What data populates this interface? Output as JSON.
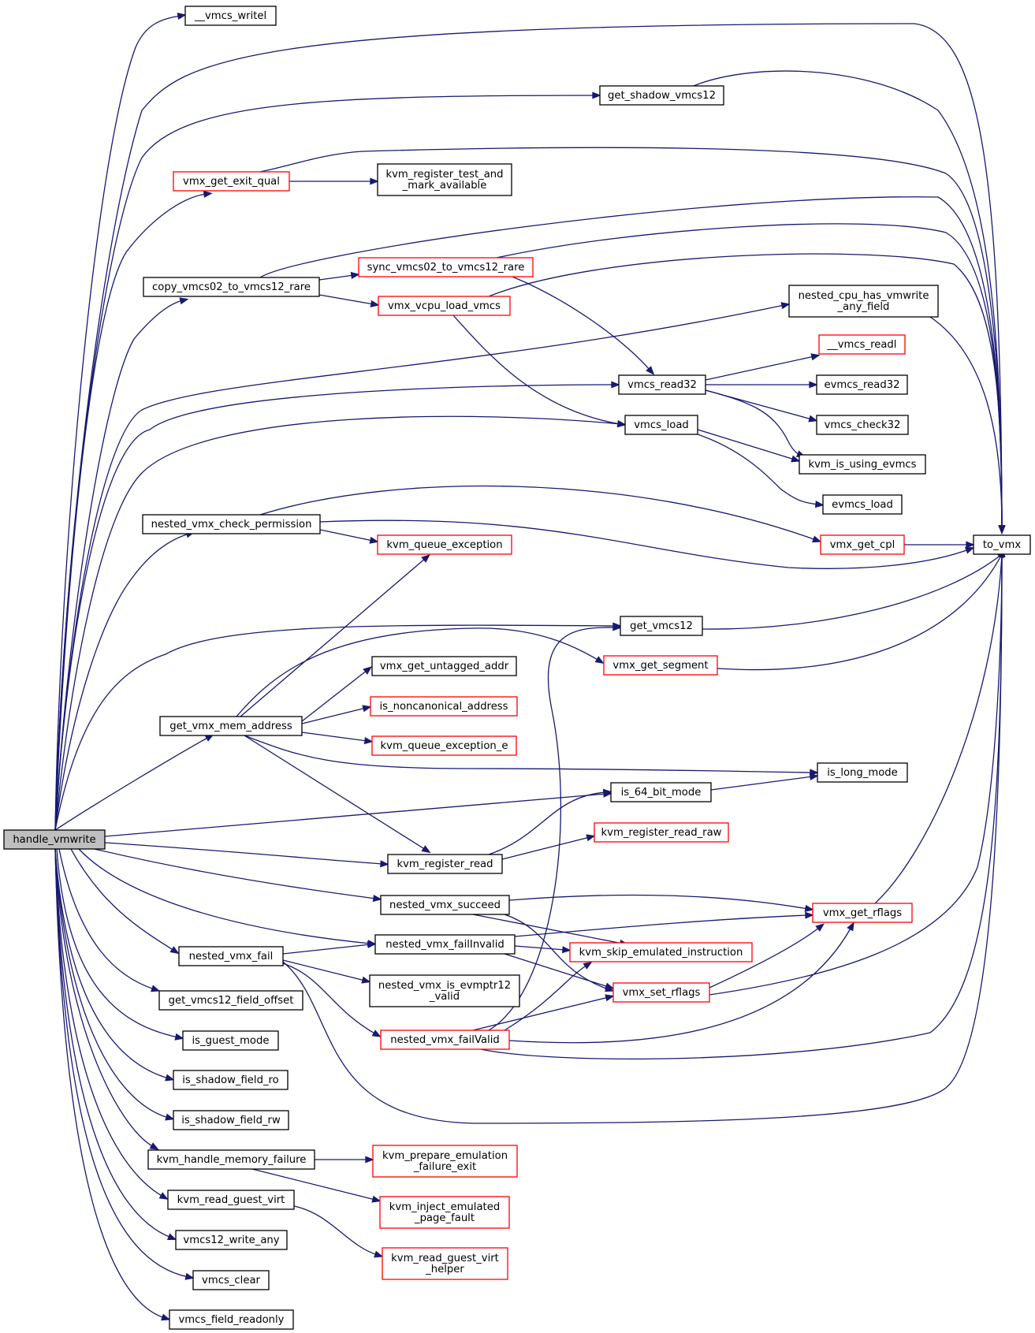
{
  "nodes": [
    {
      "id": "handle_vmwrite",
      "label": [
        "handle_vmwrite"
      ],
      "border": "root"
    },
    {
      "id": "__vmcs_writel",
      "label": [
        "__vmcs_writel"
      ],
      "border": "black"
    },
    {
      "id": "get_shadow_vmcs12",
      "label": [
        "get_shadow_vmcs12"
      ],
      "border": "black"
    },
    {
      "id": "vmx_get_exit_qual",
      "label": [
        "vmx_get_exit_qual"
      ],
      "border": "red"
    },
    {
      "id": "kvm_register_test_and_mark_available",
      "label": [
        "kvm_register_test_and",
        "_mark_available"
      ],
      "border": "black"
    },
    {
      "id": "copy_vmcs02_to_vmcs12_rare",
      "label": [
        "copy_vmcs02_to_vmcs12_rare"
      ],
      "border": "black"
    },
    {
      "id": "sync_vmcs02_to_vmcs12_rare",
      "label": [
        "sync_vmcs02_to_vmcs12_rare"
      ],
      "border": "red"
    },
    {
      "id": "vmx_vcpu_load_vmcs",
      "label": [
        "vmx_vcpu_load_vmcs"
      ],
      "border": "red"
    },
    {
      "id": "nested_cpu_has_vmwrite_any_field",
      "label": [
        "nested_cpu_has_vmwrite",
        "_any_field"
      ],
      "border": "black"
    },
    {
      "id": "__vmcs_readl",
      "label": [
        "__vmcs_readl"
      ],
      "border": "red"
    },
    {
      "id": "vmcs_read32",
      "label": [
        "vmcs_read32"
      ],
      "border": "black"
    },
    {
      "id": "evmcs_read32",
      "label": [
        "evmcs_read32"
      ],
      "border": "black"
    },
    {
      "id": "vmcs_check32",
      "label": [
        "vmcs_check32"
      ],
      "border": "black"
    },
    {
      "id": "vmcs_load",
      "label": [
        "vmcs_load"
      ],
      "border": "black"
    },
    {
      "id": "kvm_is_using_evmcs",
      "label": [
        "kvm_is_using_evmcs"
      ],
      "border": "black"
    },
    {
      "id": "evmcs_load",
      "label": [
        "evmcs_load"
      ],
      "border": "black"
    },
    {
      "id": "nested_vmx_check_permission",
      "label": [
        "nested_vmx_check_permission"
      ],
      "border": "black"
    },
    {
      "id": "kvm_queue_exception",
      "label": [
        "kvm_queue_exception"
      ],
      "border": "red"
    },
    {
      "id": "vmx_get_cpl",
      "label": [
        "vmx_get_cpl"
      ],
      "border": "red"
    },
    {
      "id": "to_vmx",
      "label": [
        "to_vmx"
      ],
      "border": "black"
    },
    {
      "id": "get_vmcs12",
      "label": [
        "get_vmcs12"
      ],
      "border": "black"
    },
    {
      "id": "vmx_get_segment",
      "label": [
        "vmx_get_segment"
      ],
      "border": "red"
    },
    {
      "id": "vmx_get_untagged_addr",
      "label": [
        "vmx_get_untagged_addr"
      ],
      "border": "black"
    },
    {
      "id": "is_noncanonical_address",
      "label": [
        "is_noncanonical_address"
      ],
      "border": "red"
    },
    {
      "id": "get_vmx_mem_address",
      "label": [
        "get_vmx_mem_address"
      ],
      "border": "black"
    },
    {
      "id": "kvm_queue_exception_e",
      "label": [
        "kvm_queue_exception_e"
      ],
      "border": "red"
    },
    {
      "id": "is_long_mode",
      "label": [
        "is_long_mode"
      ],
      "border": "black"
    },
    {
      "id": "is_64_bit_mode",
      "label": [
        "is_64_bit_mode"
      ],
      "border": "black"
    },
    {
      "id": "kvm_register_read_raw",
      "label": [
        "kvm_register_read_raw"
      ],
      "border": "red"
    },
    {
      "id": "kvm_register_read",
      "label": [
        "kvm_register_read"
      ],
      "border": "black"
    },
    {
      "id": "nested_vmx_succeed",
      "label": [
        "nested_vmx_succeed"
      ],
      "border": "black"
    },
    {
      "id": "vmx_get_rflags",
      "label": [
        "vmx_get_rflags"
      ],
      "border": "red"
    },
    {
      "id": "nested_vmx_failInvalid",
      "label": [
        "nested_vmx_failInvalid"
      ],
      "border": "black"
    },
    {
      "id": "kvm_skip_emulated_instruction",
      "label": [
        "kvm_skip_emulated_instruction"
      ],
      "border": "red"
    },
    {
      "id": "nested_vmx_fail",
      "label": [
        "nested_vmx_fail"
      ],
      "border": "black"
    },
    {
      "id": "nested_vmx_is_evmptr12_valid",
      "label": [
        "nested_vmx_is_evmptr12",
        "_valid"
      ],
      "border": "black"
    },
    {
      "id": "vmx_set_rflags",
      "label": [
        "vmx_set_rflags"
      ],
      "border": "red"
    },
    {
      "id": "get_vmcs12_field_offset",
      "label": [
        "get_vmcs12_field_offset"
      ],
      "border": "black"
    },
    {
      "id": "nested_vmx_failValid",
      "label": [
        "nested_vmx_failValid"
      ],
      "border": "red"
    },
    {
      "id": "is_guest_mode",
      "label": [
        "is_guest_mode"
      ],
      "border": "black"
    },
    {
      "id": "is_shadow_field_ro",
      "label": [
        "is_shadow_field_ro"
      ],
      "border": "black"
    },
    {
      "id": "is_shadow_field_rw",
      "label": [
        "is_shadow_field_rw"
      ],
      "border": "black"
    },
    {
      "id": "kvm_handle_memory_failure",
      "label": [
        "kvm_handle_memory_failure"
      ],
      "border": "black"
    },
    {
      "id": "kvm_prepare_emulation_failure_exit",
      "label": [
        "kvm_prepare_emulation",
        "_failure_exit"
      ],
      "border": "red"
    },
    {
      "id": "kvm_inject_emulated_page_fault",
      "label": [
        "kvm_inject_emulated",
        "_page_fault"
      ],
      "border": "red"
    },
    {
      "id": "kvm_read_guest_virt",
      "label": [
        "kvm_read_guest_virt"
      ],
      "border": "black"
    },
    {
      "id": "kvm_read_guest_virt_helper",
      "label": [
        "kvm_read_guest_virt",
        "_helper"
      ],
      "border": "red"
    },
    {
      "id": "vmcs12_write_any",
      "label": [
        "vmcs12_write_any"
      ],
      "border": "black"
    },
    {
      "id": "vmcs_clear",
      "label": [
        "vmcs_clear"
      ],
      "border": "black"
    },
    {
      "id": "vmcs_field_readonly",
      "label": [
        "vmcs_field_readonly"
      ],
      "border": "black"
    }
  ],
  "edges": [
    [
      "handle_vmwrite",
      "__vmcs_writel"
    ],
    [
      "handle_vmwrite",
      "to_vmx"
    ],
    [
      "handle_vmwrite",
      "get_shadow_vmcs12"
    ],
    [
      "handle_vmwrite",
      "vmx_get_exit_qual"
    ],
    [
      "handle_vmwrite",
      "copy_vmcs02_to_vmcs12_rare"
    ],
    [
      "handle_vmwrite",
      "nested_cpu_has_vmwrite_any_field"
    ],
    [
      "handle_vmwrite",
      "vmcs_read32"
    ],
    [
      "handle_vmwrite",
      "vmcs_load"
    ],
    [
      "handle_vmwrite",
      "nested_vmx_check_permission"
    ],
    [
      "handle_vmwrite",
      "get_vmcs12"
    ],
    [
      "handle_vmwrite",
      "get_vmx_mem_address"
    ],
    [
      "handle_vmwrite",
      "is_64_bit_mode"
    ],
    [
      "handle_vmwrite",
      "kvm_register_read"
    ],
    [
      "handle_vmwrite",
      "nested_vmx_succeed"
    ],
    [
      "handle_vmwrite",
      "nested_vmx_failInvalid"
    ],
    [
      "handle_vmwrite",
      "nested_vmx_fail"
    ],
    [
      "handle_vmwrite",
      "get_vmcs12_field_offset"
    ],
    [
      "handle_vmwrite",
      "is_guest_mode"
    ],
    [
      "handle_vmwrite",
      "is_shadow_field_ro"
    ],
    [
      "handle_vmwrite",
      "is_shadow_field_rw"
    ],
    [
      "handle_vmwrite",
      "kvm_handle_memory_failure"
    ],
    [
      "handle_vmwrite",
      "kvm_read_guest_virt"
    ],
    [
      "handle_vmwrite",
      "vmcs12_write_any"
    ],
    [
      "handle_vmwrite",
      "vmcs_clear"
    ],
    [
      "handle_vmwrite",
      "vmcs_field_readonly"
    ],
    [
      "get_shadow_vmcs12",
      "to_vmx"
    ],
    [
      "vmx_get_exit_qual",
      "to_vmx"
    ],
    [
      "vmx_get_exit_qual",
      "kvm_register_test_and_mark_available"
    ],
    [
      "copy_vmcs02_to_vmcs12_rare",
      "to_vmx"
    ],
    [
      "copy_vmcs02_to_vmcs12_rare",
      "sync_vmcs02_to_vmcs12_rare"
    ],
    [
      "copy_vmcs02_to_vmcs12_rare",
      "vmx_vcpu_load_vmcs"
    ],
    [
      "sync_vmcs02_to_vmcs12_rare",
      "to_vmx"
    ],
    [
      "sync_vmcs02_to_vmcs12_rare",
      "vmcs_read32"
    ],
    [
      "vmx_vcpu_load_vmcs",
      "to_vmx"
    ],
    [
      "vmx_vcpu_load_vmcs",
      "vmcs_load"
    ],
    [
      "nested_cpu_has_vmwrite_any_field",
      "to_vmx"
    ],
    [
      "vmcs_read32",
      "__vmcs_readl"
    ],
    [
      "vmcs_read32",
      "evmcs_read32"
    ],
    [
      "vmcs_read32",
      "vmcs_check32"
    ],
    [
      "vmcs_read32",
      "kvm_is_using_evmcs"
    ],
    [
      "vmcs_load",
      "kvm_is_using_evmcs"
    ],
    [
      "vmcs_load",
      "evmcs_load"
    ],
    [
      "nested_vmx_check_permission",
      "vmx_get_cpl"
    ],
    [
      "nested_vmx_check_permission",
      "to_vmx"
    ],
    [
      "nested_vmx_check_permission",
      "kvm_queue_exception"
    ],
    [
      "vmx_get_cpl",
      "to_vmx"
    ],
    [
      "get_vmcs12",
      "to_vmx"
    ],
    [
      "vmx_get_segment",
      "to_vmx"
    ],
    [
      "get_vmx_mem_address",
      "kvm_queue_exception"
    ],
    [
      "get_vmx_mem_address",
      "vmx_get_segment"
    ],
    [
      "get_vmx_mem_address",
      "vmx_get_untagged_addr"
    ],
    [
      "get_vmx_mem_address",
      "is_noncanonical_address"
    ],
    [
      "get_vmx_mem_address",
      "kvm_queue_exception_e"
    ],
    [
      "get_vmx_mem_address",
      "is_long_mode"
    ],
    [
      "get_vmx_mem_address",
      "kvm_register_read"
    ],
    [
      "is_64_bit_mode",
      "is_long_mode"
    ],
    [
      "kvm_register_read",
      "is_64_bit_mode"
    ],
    [
      "kvm_register_read",
      "kvm_register_read_raw"
    ],
    [
      "nested_vmx_succeed",
      "vmx_get_rflags"
    ],
    [
      "nested_vmx_succeed",
      "kvm_skip_emulated_instruction"
    ],
    [
      "nested_vmx_succeed",
      "vmx_set_rflags"
    ],
    [
      "nested_vmx_failInvalid",
      "vmx_get_rflags"
    ],
    [
      "nested_vmx_failInvalid",
      "kvm_skip_emulated_instruction"
    ],
    [
      "nested_vmx_failInvalid",
      "vmx_set_rflags"
    ],
    [
      "nested_vmx_fail",
      "nested_vmx_failInvalid"
    ],
    [
      "nested_vmx_fail",
      "nested_vmx_is_evmptr12_valid"
    ],
    [
      "nested_vmx_fail",
      "nested_vmx_failValid"
    ],
    [
      "nested_vmx_fail",
      "to_vmx"
    ],
    [
      "nested_vmx_failValid",
      "get_vmcs12"
    ],
    [
      "nested_vmx_failValid",
      "kvm_skip_emulated_instruction"
    ],
    [
      "nested_vmx_failValid",
      "vmx_set_rflags"
    ],
    [
      "nested_vmx_failValid",
      "vmx_get_rflags"
    ],
    [
      "nested_vmx_failValid",
      "to_vmx"
    ],
    [
      "vmx_get_rflags",
      "to_vmx"
    ],
    [
      "vmx_set_rflags",
      "vmx_get_rflags"
    ],
    [
      "vmx_set_rflags",
      "to_vmx"
    ],
    [
      "kvm_handle_memory_failure",
      "kvm_prepare_emulation_failure_exit"
    ],
    [
      "kvm_handle_memory_failure",
      "kvm_inject_emulated_page_fault"
    ],
    [
      "kvm_read_guest_virt",
      "kvm_read_guest_virt_helper"
    ]
  ],
  "colors": {
    "edge": "#191970",
    "red_border": "#ff0000",
    "black_border": "#000000",
    "root_fill": "#bfbfbf"
  }
}
